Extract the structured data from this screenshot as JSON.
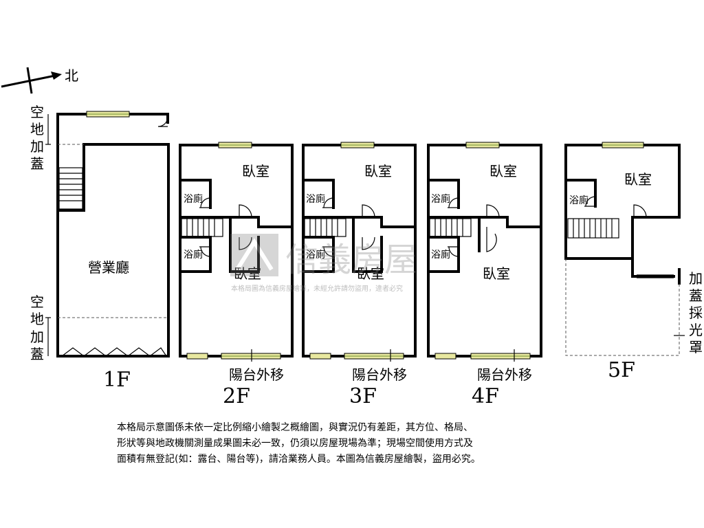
{
  "compass": {
    "label": "北"
  },
  "floors": {
    "f1": {
      "label": "1F",
      "top_extra": [
        "空",
        "地",
        "加",
        "蓋"
      ],
      "bottom_extra": [
        "空",
        "地",
        "加",
        "蓋"
      ],
      "hall": "營業廳"
    },
    "f2": {
      "label": "2F",
      "bedroom_top": "臥室",
      "bedroom_bottom": "臥室",
      "bath_top": "浴廁",
      "bath_bottom": "浴廁",
      "balcony": "陽台外移"
    },
    "f3": {
      "label": "3F",
      "bedroom_top": "臥室",
      "bedroom_bottom": "臥室",
      "bath_top": "浴廁",
      "bath_bottom": "浴廁",
      "balcony": "陽台外移"
    },
    "f4": {
      "label": "4F",
      "bedroom_top": "臥室",
      "bedroom_bottom": "臥室",
      "bath_top": "浴廁",
      "bath_bottom": "浴廁",
      "balcony": "陽台外移"
    },
    "f5": {
      "label": "5F",
      "bedroom": "臥室",
      "bath": "浴廁",
      "skylight": [
        "加",
        "蓋",
        "採",
        "光",
        "罩"
      ]
    }
  },
  "watermark": {
    "brand": "信義房屋",
    "notice": "本格局圖為信義房屋繪製，未經允許請勿盜用，違者必究"
  },
  "disclaimer": [
    "本格局示意圖係未依一定比例縮小繪製之概繪圖，與實況仍有差距，其方位、格局、",
    "形狀等與地政機關測量成果圖未必一致，仍須以房屋現場為準；現場空間使用方式及",
    "面積有無登記(如：露台、陽台等)，請洽業務人員。本圖為信義房屋繪製，盜用必究。"
  ]
}
